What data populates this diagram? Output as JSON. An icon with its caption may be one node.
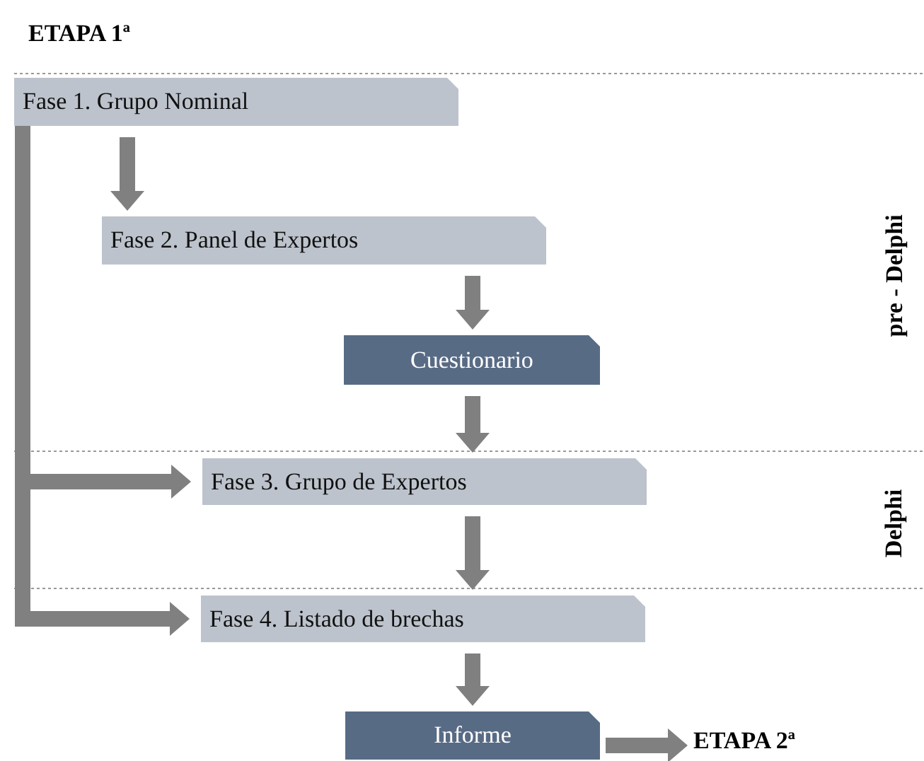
{
  "diagram": {
    "title": "ETAPA 1ª",
    "nodes": [
      {
        "text": [
          "Fase 1. Grupo Nominal"
        ]
      },
      {
        "text": [
          "Fase 2. Panel de Expertos"
        ]
      },
      {
        "text": [
          "Cuestionario"
        ]
      },
      {
        "text": [
          "Fase 3. Grupo de Expertos"
        ]
      },
      {
        "text": [
          "Fase 4. Listado de brechas"
        ]
      },
      {
        "text": [
          "Informe"
        ]
      },
      {
        "text": [
          "ETAPA 2ª"
        ]
      }
    ],
    "edges": [
      {
        "from": 0,
        "to": 1,
        "arrow": "to"
      },
      {
        "from": 1,
        "to": 2,
        "arrow": "to"
      },
      {
        "from": 2,
        "to": 3,
        "arrow": "to"
      },
      {
        "from": 0,
        "to": 3,
        "arrow": "to"
      },
      {
        "from": 0,
        "to": 4,
        "arrow": "to"
      },
      {
        "from": 3,
        "to": 4,
        "arrow": "to"
      },
      {
        "from": 4,
        "to": 5,
        "arrow": "to"
      },
      {
        "from": 5,
        "to": 6,
        "arrow": "to"
      }
    ],
    "labels": [
      "pre - Delphi",
      "Delphi"
    ]
  }
}
